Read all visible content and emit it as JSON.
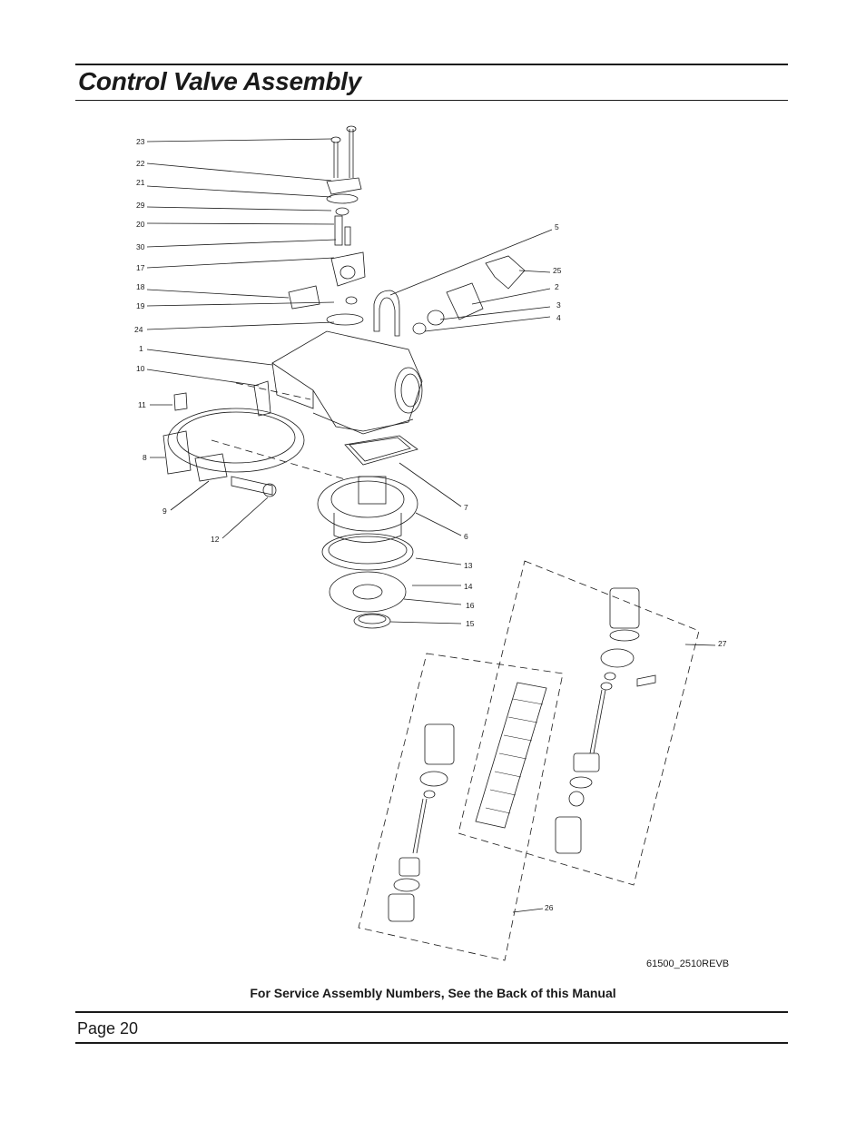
{
  "header": {
    "title": "Control Valve Assembly"
  },
  "diagram": {
    "drawing_ref": "61500_2510REVB",
    "callouts": [
      "23",
      "22",
      "21",
      "29",
      "20",
      "30",
      "17",
      "18",
      "19",
      "24",
      "1",
      "10",
      "11",
      "8",
      "9",
      "12",
      "5",
      "25",
      "2",
      "3",
      "4",
      "7",
      "6",
      "13",
      "14",
      "16",
      "15",
      "27",
      "26"
    ]
  },
  "footer": {
    "note": "For Service Assembly Numbers, See the Back of this Manual",
    "page": "Page 20"
  }
}
